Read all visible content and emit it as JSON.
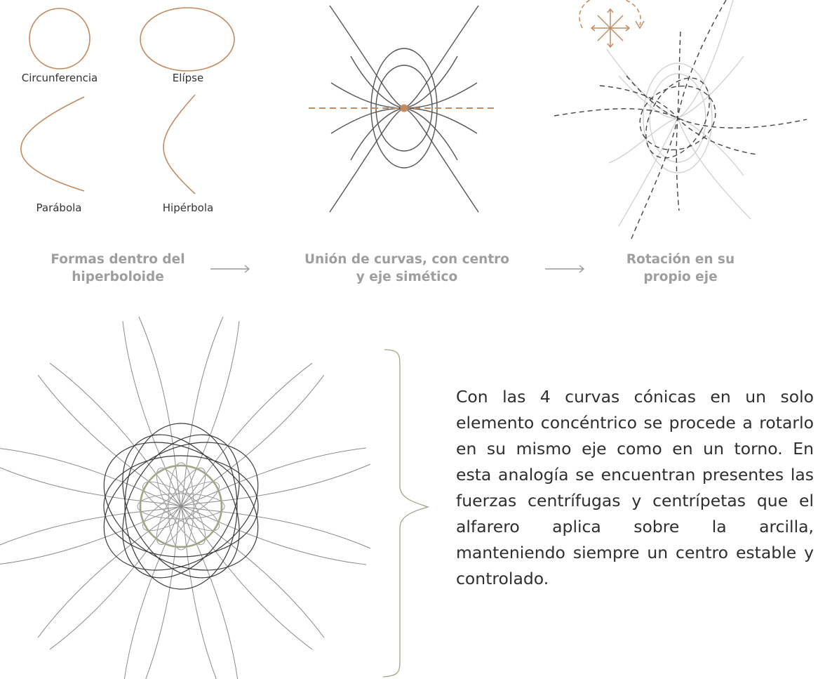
{
  "colors": {
    "accent": "#c28b62",
    "line_dark": "#555555",
    "line_light": "#cccccc",
    "olive": "#a3a487",
    "caption": "#9e9e9e",
    "text": "#2e2e2e"
  },
  "panel1": {
    "shapes": [
      {
        "label": "Circunferencia"
      },
      {
        "label": "Elípse"
      },
      {
        "label": "Parábola"
      },
      {
        "label": "Hipérbola"
      }
    ]
  },
  "steps": {
    "caption1_line1": "Formas dentro del",
    "caption1_line2": "hiperboloide",
    "caption2_line1": "Unión de curvas, con centro",
    "caption2_line2": "y eje simético",
    "caption3_line1": "Rotación en su",
    "caption3_line2": "propio eje",
    "arrow_icon": "long-arrow-right"
  },
  "description": {
    "text": "Con las 4 curvas cónicas en un solo elemento concéntrico se procede a rotarlo en su mismo eje como en un torno. En esta analogía se encuentran presentes las fuerzas centrífugas y centrípetas que el alfarero aplica sobre la arcilla, manteniendo siempre un centro estable y controlado."
  }
}
